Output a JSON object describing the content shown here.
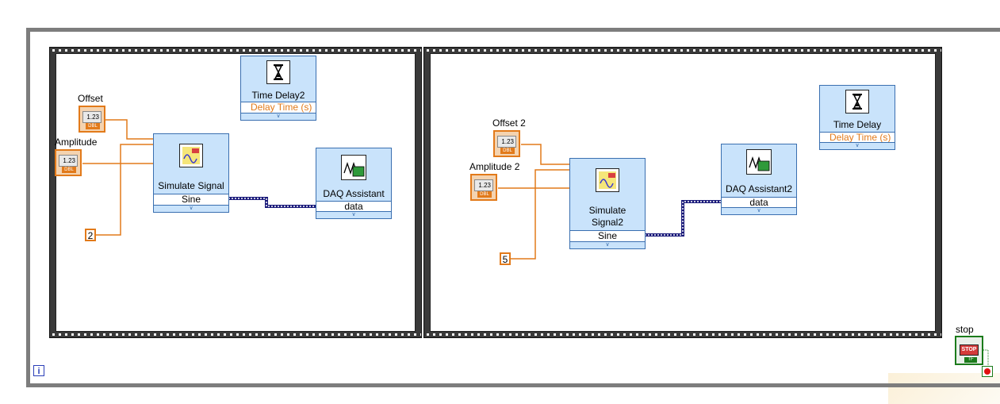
{
  "frames": [
    {
      "offset_label": "Offset",
      "amplitude_label": "Amplitude",
      "numeric_value": "1.23",
      "numeric_type": "DBL",
      "constant": "2",
      "simulate_title": "Simulate Signal",
      "simulate_output": "Sine",
      "delay_title": "Time Delay2",
      "delay_input": "Delay Time (s)",
      "daq_title": "DAQ Assistant",
      "daq_input": "data"
    },
    {
      "offset_label": "Offset 2",
      "amplitude_label": "Amplitude 2",
      "numeric_value": "1.23",
      "numeric_type": "DBL",
      "constant": "5",
      "simulate_title_line1": "Simulate",
      "simulate_title_line2": "Signal2",
      "simulate_output": "Sine",
      "delay_title": "Time Delay",
      "delay_input": "Delay Time (s)",
      "daq_title": "DAQ Assistant2",
      "daq_input": "data"
    }
  ],
  "loop": {
    "iteration_terminal": "i",
    "stop_label": "stop",
    "stop_button_text": "STOP",
    "stop_type": "TF"
  },
  "colors": {
    "numeric_wire": "#e27a1a",
    "dynamic_wire": "#1a1a7a",
    "express_vi_bg": "#c9e3fb",
    "loop_border": "#7d7d7d",
    "boolean": "#1b7b1b"
  }
}
